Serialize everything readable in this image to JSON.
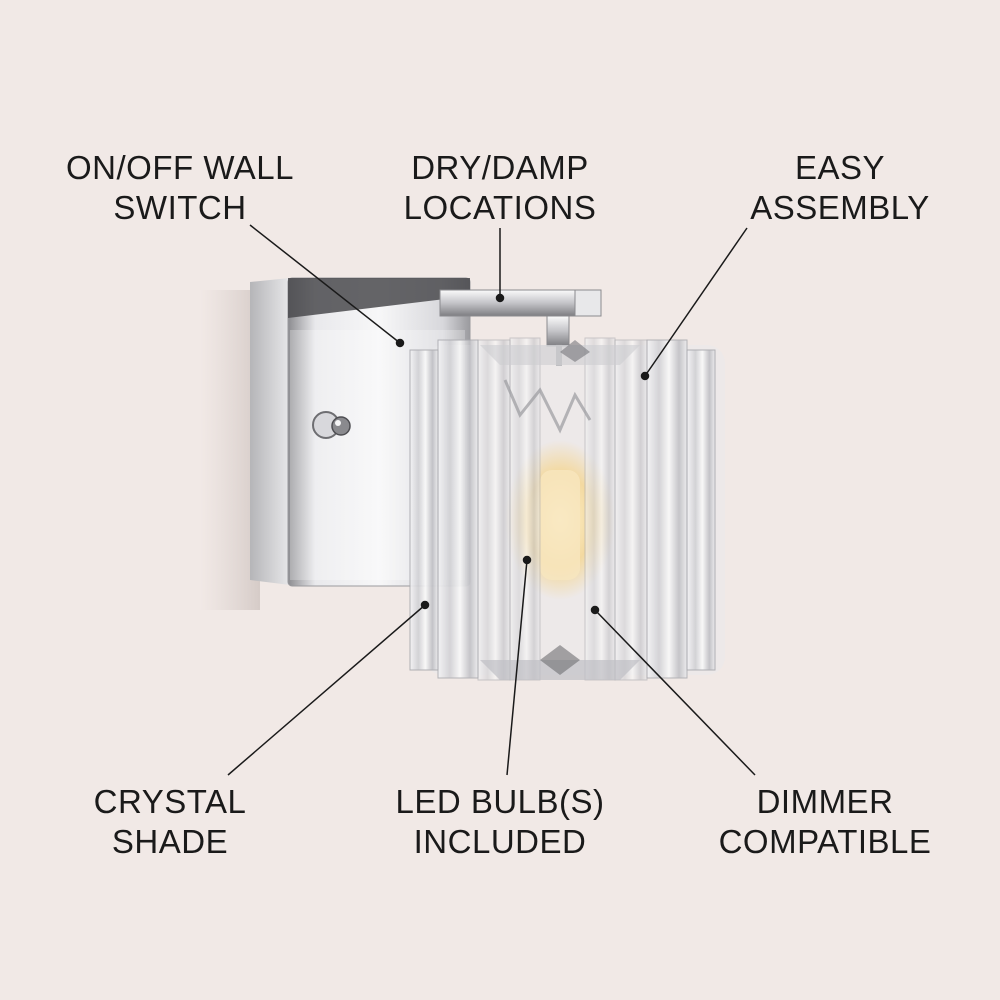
{
  "features": {
    "switch": {
      "line1": "ON/OFF WALL",
      "line2": "SWITCH"
    },
    "damp": {
      "line1": "DRY/DAMP",
      "line2": "LOCATIONS"
    },
    "assembly": {
      "line1": "EASY",
      "line2": "ASSEMBLY"
    },
    "shade": {
      "line1": "CRYSTAL",
      "line2": "SHADE"
    },
    "bulb": {
      "line1": "LED BULB(S)",
      "line2": "INCLUDED"
    },
    "dimmer": {
      "line1": "DIMMER",
      "line2": "COMPATIBLE"
    }
  },
  "colors": {
    "background": "#f1e9e6",
    "text": "#1a1a1a",
    "chrome": "#c9c9cc",
    "crystal": "#e4e4e6",
    "bulb_glow": "#f3d9a0"
  }
}
